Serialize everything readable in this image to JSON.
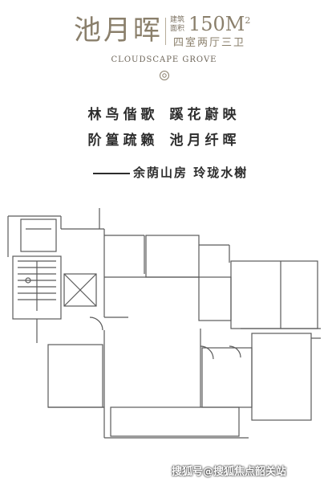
{
  "header": {
    "title": "池月晖",
    "area_label": "建筑面积",
    "area_value": "150M",
    "area_unit_sup": "2",
    "layout": "四室两厅三卫",
    "brand_en": "CLOUDSCAPE GROVE"
  },
  "poem": {
    "line1_a": "林鸟偕歌",
    "line1_b": "蹊花蔚映",
    "line2_a": "阶篁疏籁",
    "line2_b": "池月纤晖",
    "credit": "余荫山房 玲珑水榭"
  },
  "watermark": "搜狐号@搜狐焦点韶关站",
  "colors": {
    "accent_gold": "#8a7f6b",
    "text_dark": "#2d2d2d",
    "plan_line": "#5a5a5a"
  }
}
